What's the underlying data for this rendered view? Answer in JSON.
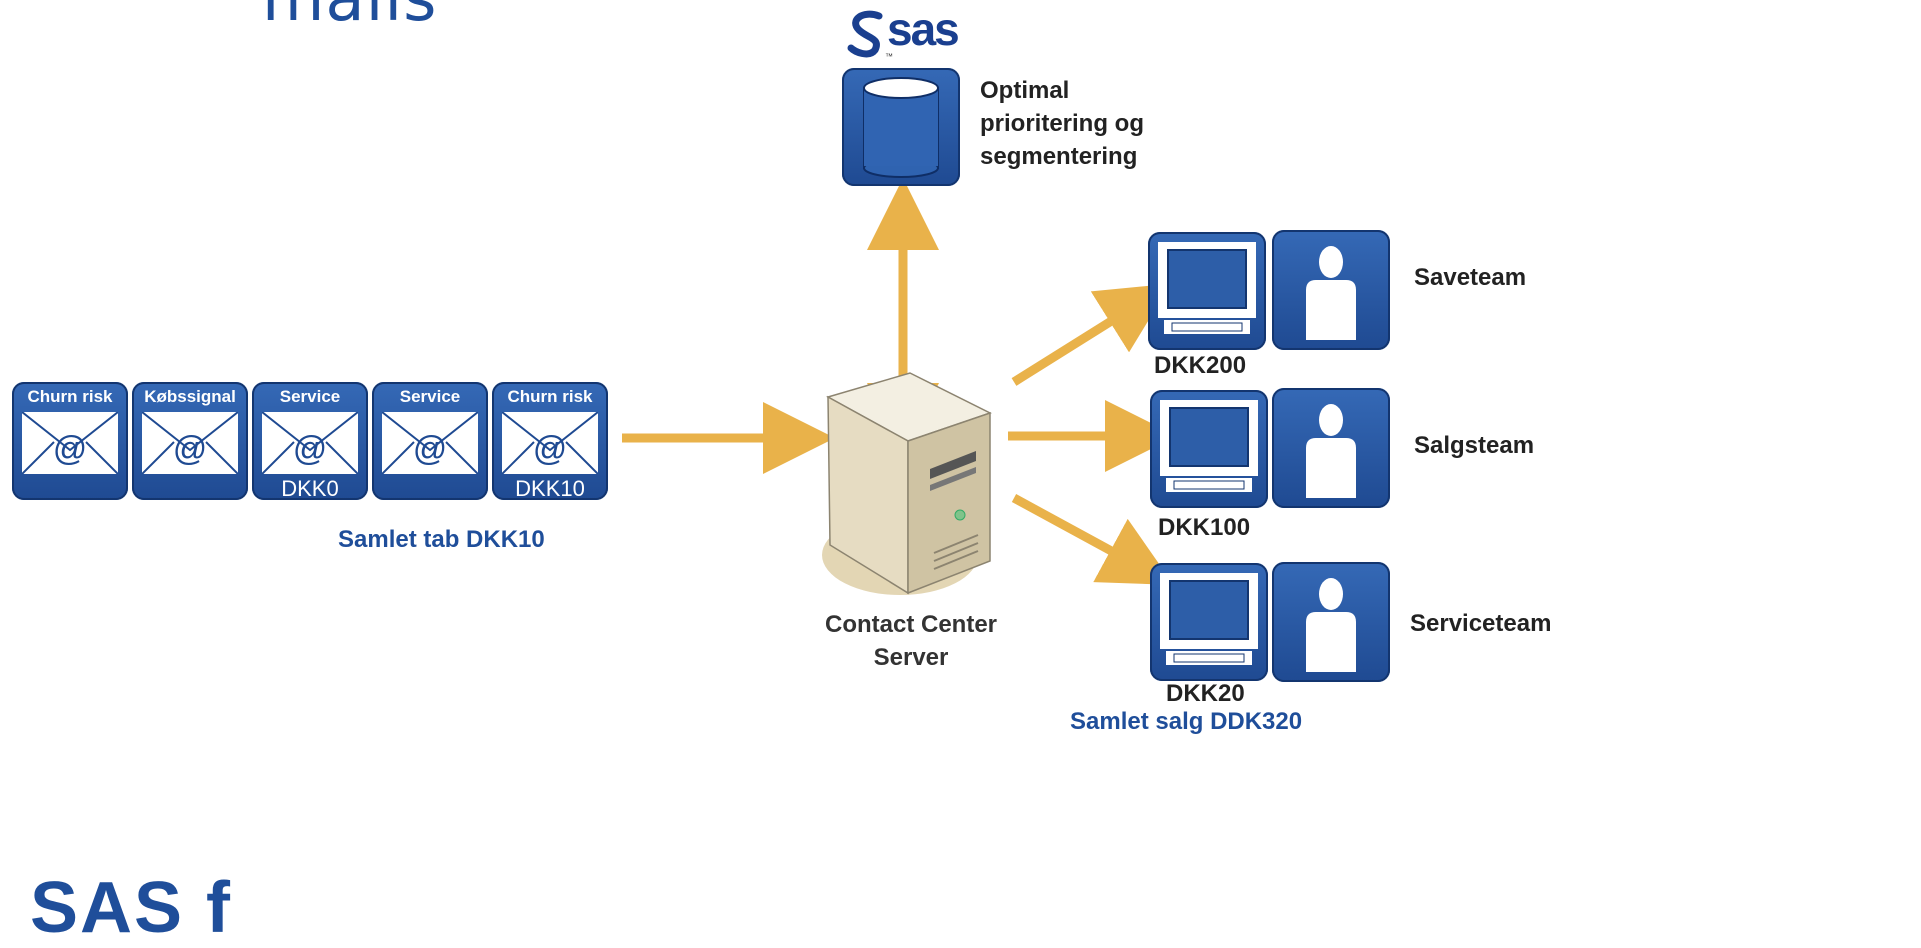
{
  "title_fragment": "mails",
  "sas_logo": {
    "text": "sas",
    "trademark": "™"
  },
  "database": {
    "caption": [
      "Optimal",
      "prioritering og",
      "segmentering"
    ]
  },
  "mail_queue": [
    {
      "label": "Churn risk",
      "value": ""
    },
    {
      "label": "Købssignal",
      "value": ""
    },
    {
      "label": "Service",
      "value": "DKK0"
    },
    {
      "label": "Service",
      "value": ""
    },
    {
      "label": "Churn risk",
      "value": "DKK10"
    }
  ],
  "mail_symbol": "@",
  "queue_total": "Samlet tab DKK10",
  "server": {
    "caption_line1": "Contact Center",
    "caption_line2": "Server"
  },
  "teams": [
    {
      "name": "Saveteam",
      "value": "DKK200"
    },
    {
      "name": "Salgsteam",
      "value": "DKK100"
    },
    {
      "name": "Serviceteam",
      "value": "DKK20"
    }
  ],
  "sales_total": "Samlet salg DDK320",
  "footer_logo_fragment": "SAS f",
  "colors": {
    "tile_blue": "#2a5aa6",
    "arrow": "#e9b24a",
    "text_blue": "#1f4e9a"
  }
}
